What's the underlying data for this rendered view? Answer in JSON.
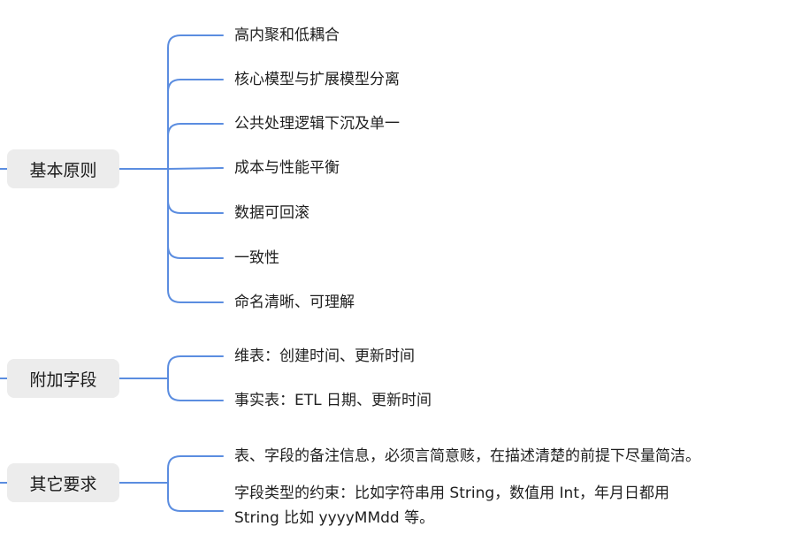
{
  "colors": {
    "line": "#5b8de0",
    "node_bg": "#ececec",
    "text": "#1f1f1f"
  },
  "groups": [
    {
      "title": "基本原则",
      "children": [
        [
          "高内聚和低耦合"
        ],
        [
          "核心模型与扩展模型分离"
        ],
        [
          "公共处理逻辑下沉及单一"
        ],
        [
          "成本与性能平衡"
        ],
        [
          "数据可回滚"
        ],
        [
          "一致性"
        ],
        [
          "命名清晰、可理解"
        ]
      ]
    },
    {
      "title": "附加字段",
      "children": [
        [
          "维表：创建时间、更新时间"
        ],
        [
          "事实表：ETL 日期、更新时间"
        ]
      ]
    },
    {
      "title": "其它要求",
      "children": [
        [
          "表、字段的备注信息，必须言简意赅，在描述清楚的前提下尽量简洁。"
        ],
        [
          "字段类型的约束：比如字符串用 String，数值用 Int，年月日都用",
          "String 比如 yyyyMMdd 等。"
        ]
      ]
    }
  ]
}
